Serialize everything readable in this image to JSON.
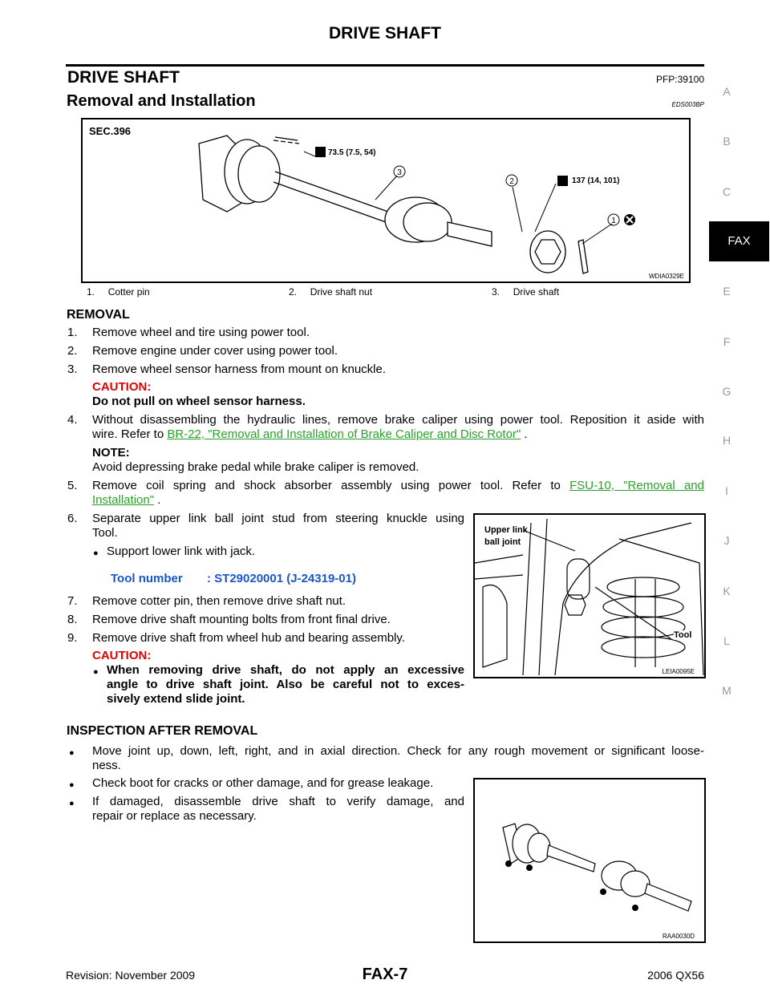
{
  "header": {
    "title": "DRIVE SHAFT"
  },
  "section": {
    "title": "DRIVE SHAFT",
    "pfp": "PFP:39100",
    "subtitle": "Removal and Installation",
    "code": "EDS003BP"
  },
  "side_tabs": [
    "A",
    "B",
    "C",
    "FAX",
    "E",
    "F",
    "G",
    "H",
    "I",
    "J",
    "K",
    "L",
    "M"
  ],
  "figure1": {
    "sec": "SEC.396",
    "torque1": "73.5 (7.5, 54)",
    "torque2": "137 (14, 101)",
    "callouts": [
      "1",
      "2",
      "3"
    ],
    "code": "WDIA0329E",
    "legend": [
      {
        "n": "1.",
        "label": "Cotter pin"
      },
      {
        "n": "2.",
        "label": "Drive shaft nut"
      },
      {
        "n": "3.",
        "label": "Drive shaft"
      }
    ]
  },
  "removal": {
    "heading": "REMOVAL",
    "s1n": "1.",
    "s1": "Remove wheel and tire using power tool.",
    "s2n": "2.",
    "s2": "Remove engine under cover using power tool.",
    "s3n": "3.",
    "s3": "Remove wheel sensor harness from mount on knuckle.",
    "caution_label": "CAUTION:",
    "caution1": "Do not pull on wheel sensor harness.",
    "s4n": "4.",
    "s4a": "Without disassembling the hydraulic lines, remove brake caliper using power tool. Reposition it aside with",
    "s4b": "wire. Refer to ",
    "s4link": "BR-22, \"Removal and Installation of Brake Caliper and Disc Rotor\"",
    "s4end": " .",
    "note_label": "NOTE:",
    "note": "Avoid depressing brake pedal while brake caliper is removed.",
    "s5n": "5.",
    "s5a": "Remove coil spring and shock absorber assembly using power tool. Refer to ",
    "s5link1": "FSU-10, \"Removal and",
    "s5link2": "Installation\"",
    "s5end": " .",
    "s6n": "6.",
    "s6a": "Separate upper link ball joint stud from steering knuckle using",
    "s6b": "Tool.",
    "s6bullet": "Support lower link with jack.",
    "tool_label": "Tool number",
    "tool_value": ": ST29020001 (J-24319-01)",
    "s7n": "7.",
    "s7": "Remove cotter pin, then remove drive shaft nut.",
    "s8n": "8.",
    "s8": "Remove drive shaft mounting bolts from front final drive.",
    "s9n": "9.",
    "s9": "Remove drive shaft from wheel hub and bearing assembly.",
    "caution2_label": "CAUTION:",
    "caution2a": "When removing drive shaft, do not apply an excessive",
    "caution2b": "angle to drive shaft joint. Also be careful not to exces-",
    "caution2c": "sively extend slide joint."
  },
  "figure2": {
    "label1": "Upper link",
    "label2": "ball joint",
    "tool": "Tool",
    "code": "LEIA0095E"
  },
  "inspection": {
    "heading": "INSPECTION AFTER REMOVAL",
    "b1a": "Move joint up, down, left, right, and in axial direction. Check for any rough movement or significant loose-",
    "b1b": "ness.",
    "b2": "Check boot for cracks or other damage, and for grease leakage.",
    "b3a": "If damaged, disassemble drive shaft to verify damage, and",
    "b3b": "repair or replace as necessary."
  },
  "figure3": {
    "code": "RAA0030D"
  },
  "footer": {
    "revision": "Revision: November 2009",
    "page": "FAX-7",
    "model": "2006 QX56"
  }
}
